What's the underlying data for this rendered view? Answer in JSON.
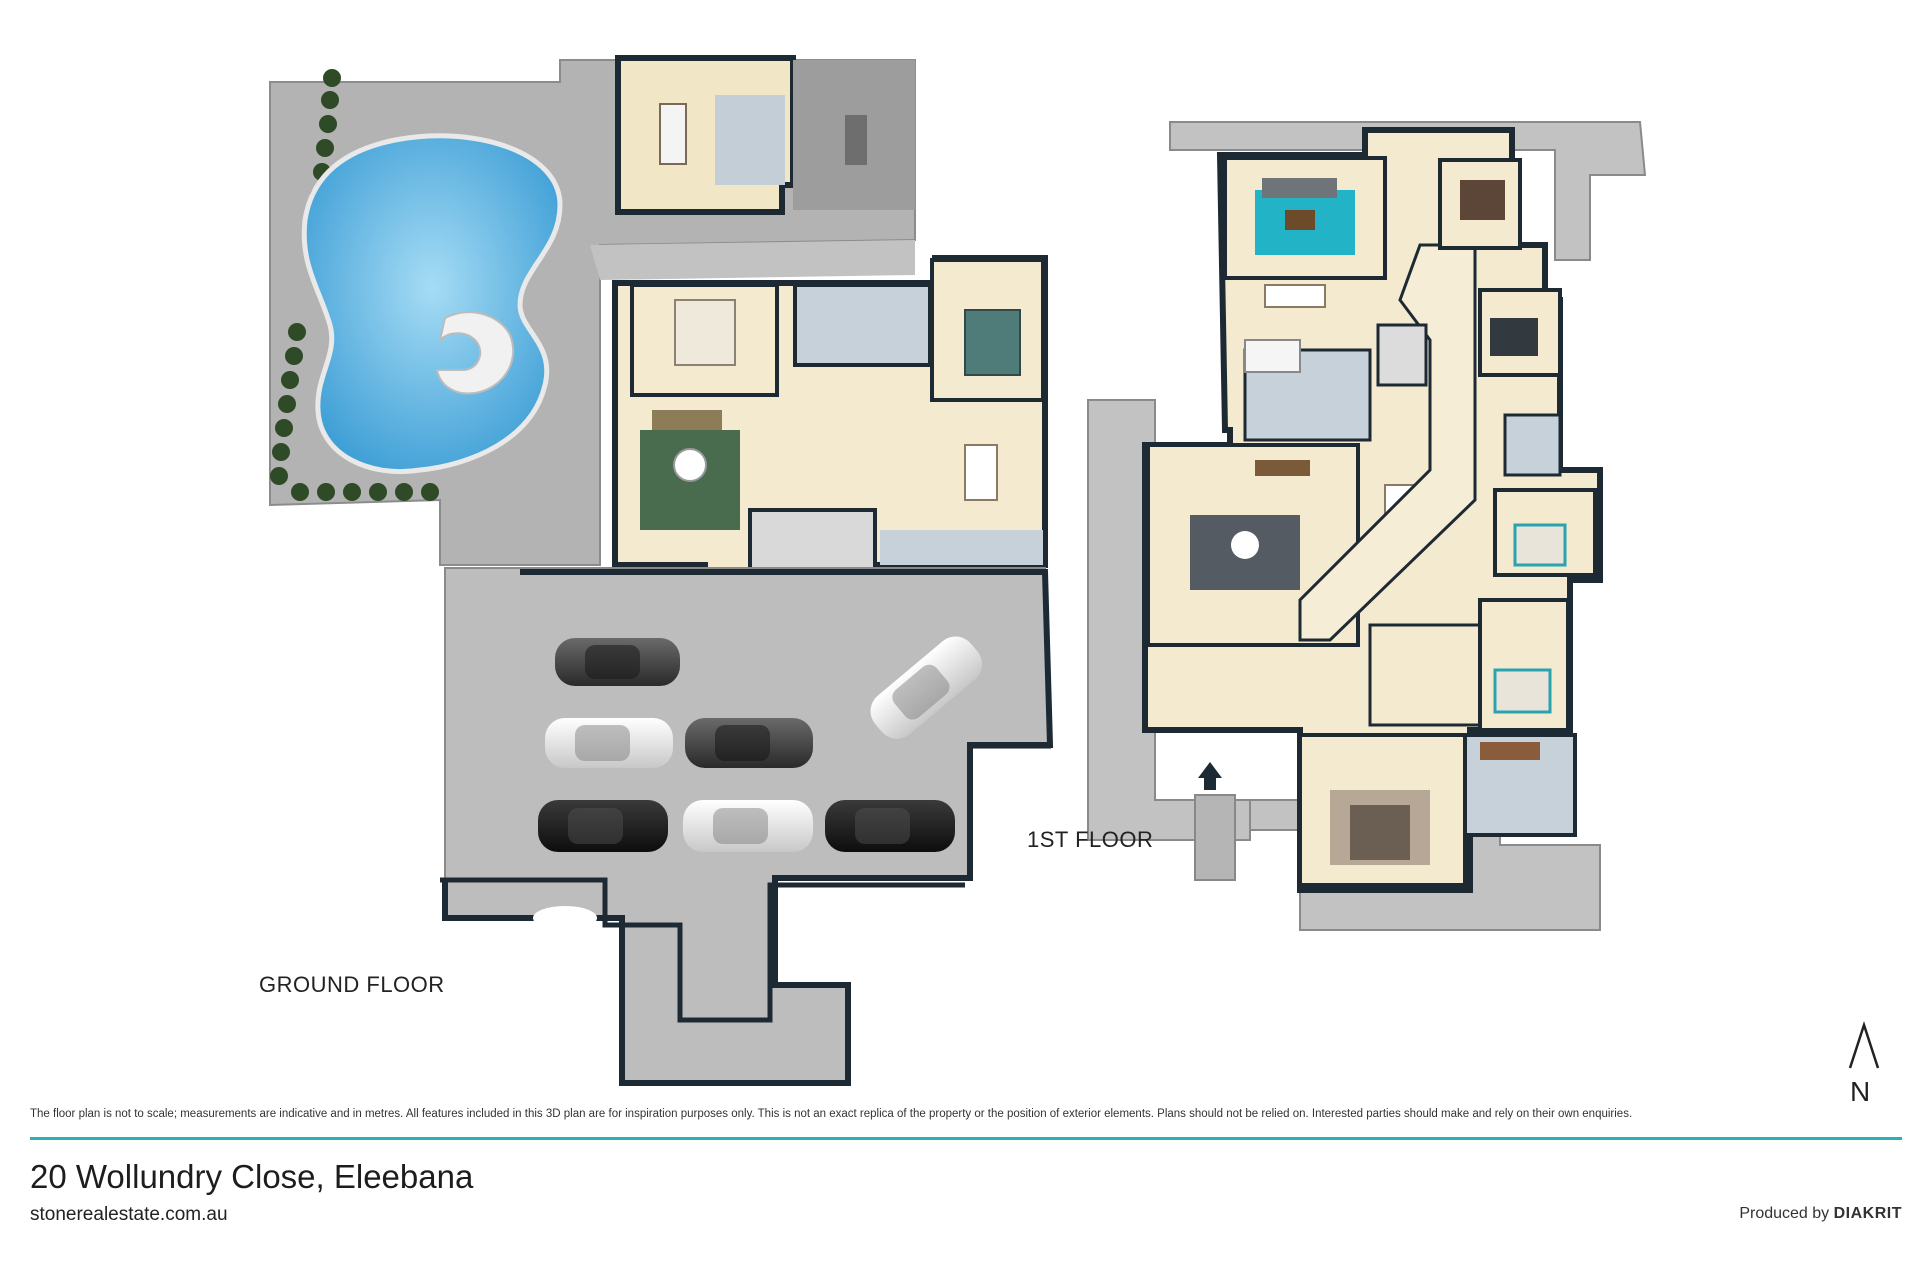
{
  "labels": {
    "ground_floor": "GROUND FLOOR",
    "first_floor": "1ST FLOOR",
    "north": "N"
  },
  "disclaimer": "The floor plan is not to scale; measurements are indicative and in metres. All features included in this 3D plan are for inspiration purposes only. This is not an exact replica of the property or the position of exterior elements. Plans should not be relied on. Interested parties should make and rely on their own enquiries.",
  "footer": {
    "address": "20 Wollundry Close, Eleebana",
    "website": "stonerealestate.com.au",
    "produced_by_prefix": "Produced by",
    "produced_by_brand": "DIAKRIT"
  },
  "colors": {
    "accent_rule": "#27b3b6",
    "wall": "#1e2a33",
    "floor_room": "#f3ead0",
    "floor_outdoor": "#b8b8b8",
    "floor_wet": "#c9d3dc",
    "pool": "#6bbfe8",
    "rug_teal": "#22b3c6"
  }
}
